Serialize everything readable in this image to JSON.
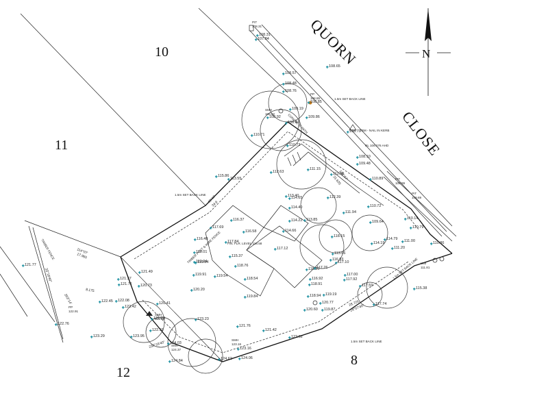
{
  "lots": {
    "lot10": "10",
    "lot11": "11",
    "lot12": "12",
    "lot8": "8"
  },
  "street": {
    "word1": "QUORN",
    "word2": "CLOSE"
  },
  "north": {
    "letter": "N"
  },
  "notes": {
    "setback_1": "1.5m SET BACK LINE",
    "setback_2": "1.5m SET BACK LINE",
    "setback_3": "1.5m SET BACK LINE",
    "setback_4": "1.5m SET BACK LINE",
    "fence_timber_wire": "TIMBER POST & WIRE FENCE",
    "fence_timber": "TIMBER FENCE",
    "concrete_path": "CONCRETE PATH",
    "tbm": "TBM - NAIL IN KERB",
    "rl": "RL 106.076 AHD",
    "floor_level": "FIN. FLR. LEVEL 118.58",
    "pit1": "PIT",
    "pit1_val": "108.31",
    "pit2": "PIT",
    "pit2_val": "109.89",
    "pit3": "PIT",
    "pit3_val": "109.69",
    "smh1": "SMH",
    "smh1_val": "108.92",
    "smh2": "SMH",
    "smh2_val": "121.03",
    "smh3": "SMH",
    "smh3_val": "124.37",
    "smh4": "SMH",
    "smh4_val": "123.16",
    "pp1": "PP",
    "pp1_val": "108.85",
    "pp2": "PP",
    "pp2_val": "122.91",
    "wm": "WM",
    "wm_val": "111.81"
  },
  "dimensions": {
    "d1": "48°47'",
    "d2": "34.9",
    "d3": "138°47'",
    "d4": "31.635",
    "d5": "114°07'",
    "d6": "17.965",
    "d7": "33°18'40\"",
    "d8": "236°16'40\"",
    "d9": "28.725",
    "d10": "24°07'40\"",
    "d11": "203°14'",
    "d12": "8.175"
  },
  "spot_levels": [
    "108.31",
    "107.84",
    "108.57",
    "108.65",
    "108.48",
    "108.76",
    "108.85",
    "108.92",
    "109.19",
    "108.47",
    "109.86",
    "108.79",
    "110.71",
    "110.72",
    "108.10",
    "109.48",
    "111.15",
    "112.63",
    "113.55",
    "115.86",
    "112.96",
    "114.65",
    "114.40",
    "113.40",
    "112.39",
    "110.72",
    "109.64",
    "114.22",
    "113.85",
    "111.94",
    "110.89",
    "110.14",
    "110.79",
    "117.69",
    "116.37",
    "116.58",
    "114.66",
    "116.48",
    "119.01",
    "117.84",
    "117.12",
    "115.37",
    "113.66",
    "114.19",
    "114.79",
    "111.00",
    "111.20",
    "110.86",
    "118.76",
    "118.85",
    "119.94",
    "119.84",
    "119.91",
    "120.20",
    "119.54",
    "118.54",
    "117.76",
    "116.93",
    "117.00",
    "117.92",
    "116.92",
    "117.59",
    "118.94",
    "118.91",
    "121.49",
    "121.37",
    "121.71",
    "120.73",
    "120.41",
    "122.08",
    "122.45",
    "122.42",
    "121.77",
    "122.76",
    "123.29",
    "121.03",
    "122.59",
    "123.23",
    "123.95",
    "124.03",
    "124.84",
    "124.62",
    "124.06",
    "123.16",
    "121.76",
    "121.42",
    "122.92",
    "120.77",
    "120.60",
    "119.87",
    "119.19",
    "117.74",
    "115.38",
    "118.15",
    "117.10",
    "119.94"
  ]
}
